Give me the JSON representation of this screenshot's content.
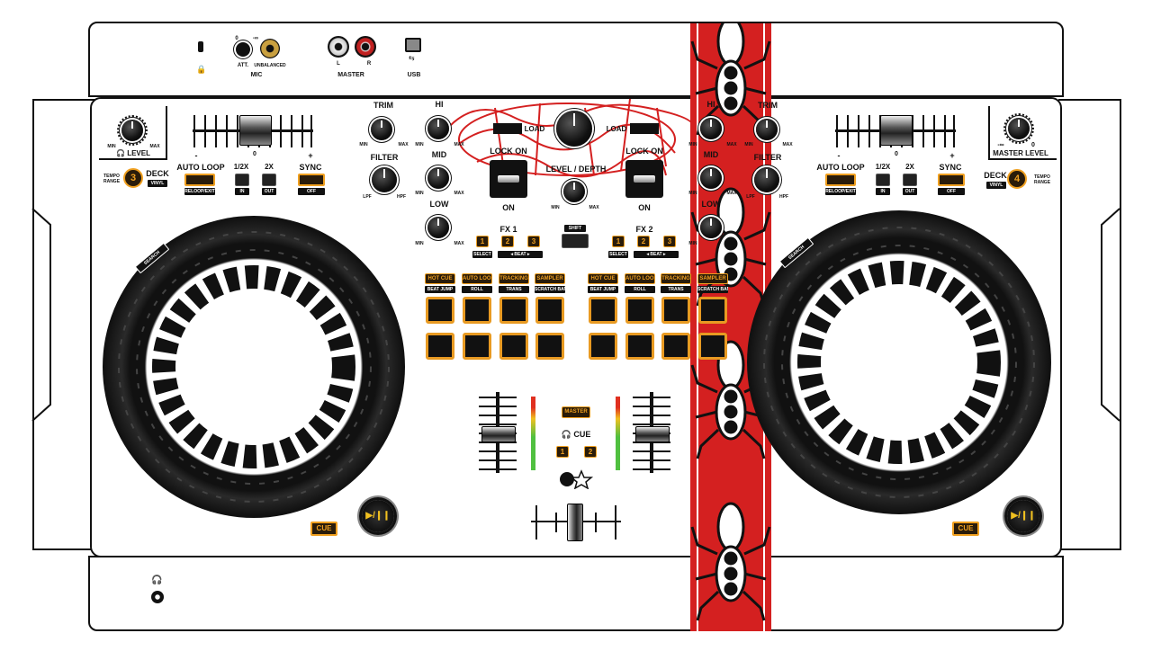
{
  "rear_panel": {
    "mic_label": "MIC",
    "mic_att_label": "ATT.",
    "mic_unbalanced_label": "UNBALANCED",
    "mic_zero": "0",
    "mic_inf": "-∞",
    "master_label": "MASTER",
    "master_l": "L",
    "master_r": "R",
    "usb_label": "USB"
  },
  "left_deck": {
    "level_label": "LEVEL",
    "min": "MIN",
    "max": "MAX",
    "pitch_minus": "-",
    "pitch_zero": "0",
    "pitch_plus": "+",
    "tempo_range_line1": "TEMPO",
    "tempo_range_line2": "RANGE",
    "deck_number": "3",
    "deck_label": "DECK",
    "vinyl_label": "VINYL",
    "auto_loop": "AUTO LOOP",
    "reloop_exit": "RELOOP/EXIT",
    "half": "1/2X",
    "in": "IN",
    "double": "2X",
    "out": "OUT",
    "sync": "SYNC",
    "off": "OFF",
    "search": "SEARCH",
    "cue": "CUE",
    "play": "▶/❙❙"
  },
  "right_deck": {
    "level_label": "MASTER LEVEL",
    "min_inf": "-∞",
    "zero": "0",
    "pitch_minus": "-",
    "pitch_zero": "0",
    "pitch_plus": "+",
    "tempo_range_line1": "TEMPO",
    "tempo_range_line2": "RANGE",
    "deck_number": "4",
    "deck_label": "DECK",
    "vinyl_label": "VINYL",
    "auto_loop": "AUTO LOOP",
    "reloop_exit": "RELOOP/EXIT",
    "half": "1/2X",
    "in": "IN",
    "double": "2X",
    "out": "OUT",
    "sync": "SYNC",
    "off": "OFF",
    "search": "SEARCH",
    "cue": "CUE",
    "play": "▶/❙❙"
  },
  "mixer": {
    "trim": "TRIM",
    "hi": "HI",
    "mid": "MID",
    "low": "LOW",
    "filter": "FILTER",
    "lpf": "LPF",
    "hpf": "HPF",
    "min": "MIN",
    "max": "MAX",
    "load": "LOAD",
    "lock_on": "LOCK ON",
    "on": "ON",
    "level_depth": "LEVEL / DEPTH",
    "shift": "SHIFT",
    "fx1": "FX 1",
    "fx2": "FX 2",
    "fx_buttons": [
      "1",
      "2",
      "3"
    ],
    "select": "SELECT",
    "beat": "◂  BEAT  ▸",
    "pad_modes": [
      "HOT CUE",
      "AUTO LOOP",
      "TRACKING",
      "SAMPLER"
    ],
    "pad_sub": [
      "BEAT JUMP",
      "ROLL",
      "TRANS",
      "SCRATCH BANK"
    ],
    "master": "MASTER",
    "cue": "CUE",
    "cue1": "1",
    "cue2": "2"
  },
  "colors": {
    "accent_orange": "#f0a020",
    "stripe_red": "#d42020",
    "graffiti_red": "#d42020"
  }
}
